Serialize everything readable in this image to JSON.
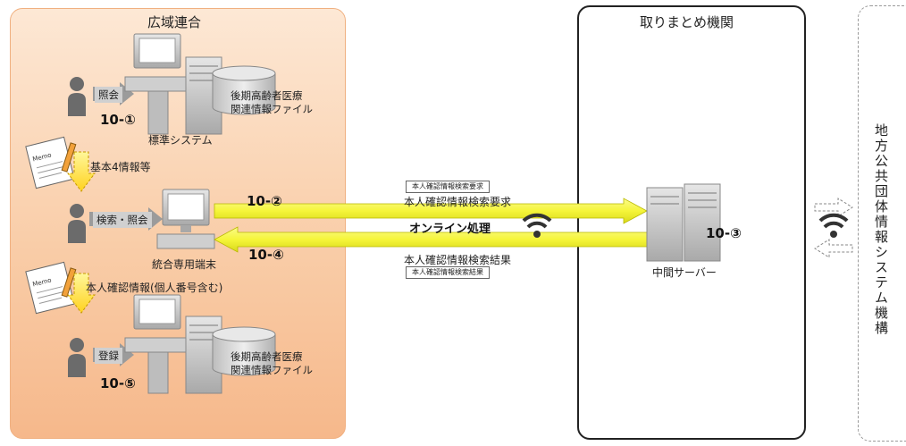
{
  "left_panel": {
    "title": "広域連合",
    "standard_system_label": "標準システム",
    "db1_label": "後期高齢者医療\n関連情報ファイル",
    "step1": "10-①",
    "inquiry_tag": "照会",
    "basic_info_label": "基本4情報等",
    "search_inquiry_tag": "検索・照会",
    "terminal_label": "統合専用端末",
    "identity_info_label": "本人確認情報(個人番号含む)",
    "register_tag": "登録",
    "db2_label": "後期高齢者医療\n関連情報ファイル",
    "step5": "10-⑤",
    "memo_text": "Memo"
  },
  "center": {
    "step2": "10-②",
    "step4": "10-④",
    "request_box": "本人確認情報検索要求",
    "request_label": "本人確認情報検索要求",
    "online_label": "オンライン処理",
    "result_label": "本人確認情報検索結果",
    "result_box": "本人確認情報検索結果"
  },
  "mid_panel": {
    "title": "取りまとめ機関",
    "server_label": "中間サーバー",
    "step3": "10-③"
  },
  "right_panel": {
    "title": "地方公共団体情報システム機構"
  },
  "colors": {
    "arrow_yellow": "#f5f53a",
    "panel_orange": "#f9cda8",
    "memo_yellow": "#ffe94a"
  }
}
